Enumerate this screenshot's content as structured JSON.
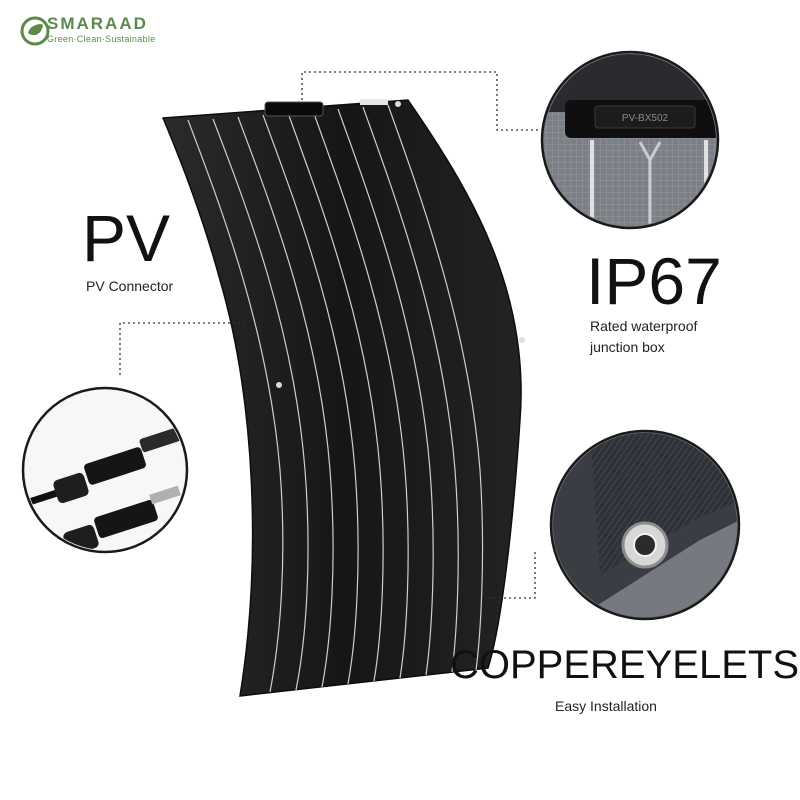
{
  "brand": {
    "name": "SMARAAD",
    "tagline": "Green·Clean·Sustainable",
    "color": "#5c8a4a"
  },
  "features": {
    "pv": {
      "title": "PV",
      "subtitle": "PV Connector"
    },
    "ip67": {
      "title": "IP67",
      "subtitle_line1": "Rated waterproof",
      "subtitle_line2": "junction box",
      "box_label": "PV-BX502"
    },
    "eyelets": {
      "title": "COPPEREYELETS",
      "subtitle": "Easy Installation"
    }
  },
  "colors": {
    "panel": "#1a1a1a",
    "cell_line": "#d9d9d9",
    "dotted": "#333333"
  },
  "icons": [
    "leaf-logo-icon",
    "pv-connector-image",
    "junction-box-image",
    "copper-eyelet-image"
  ]
}
